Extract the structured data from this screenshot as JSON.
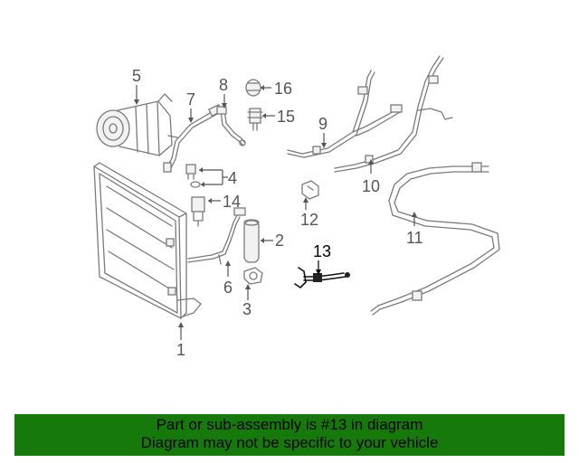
{
  "callouts": {
    "c1": "1",
    "c2": "2",
    "c3": "3",
    "c4": "4",
    "c5": "5",
    "c6": "6",
    "c7": "7",
    "c8": "8",
    "c9": "9",
    "c10": "10",
    "c11": "11",
    "c12": "12",
    "c13": "13",
    "c14": "14",
    "c15": "15",
    "c16": "16"
  },
  "highlighted_part": "13",
  "banner": {
    "line1": "Part or sub-assembly is #13 in diagram",
    "line2": "Diagram may not be specific to your vehicle",
    "background": "#157a09"
  }
}
